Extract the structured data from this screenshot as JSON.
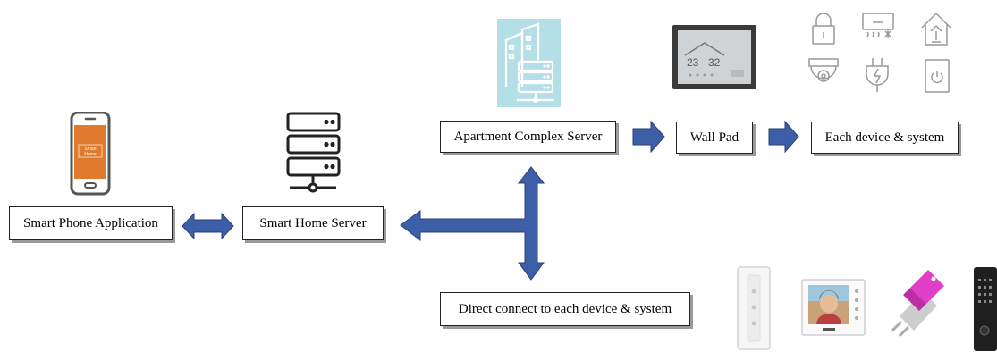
{
  "nodes": {
    "smart_phone_app": "Smart Phone Application",
    "smart_home_server": "Smart Home Server",
    "apartment_server": "Apartment Complex Server",
    "wall_pad": "Wall Pad",
    "each_device": "Each device & system",
    "direct_connect": "Direct connect to each device & system"
  },
  "icons": {
    "phone": "smartphone-icon",
    "server": "server-rack-icon",
    "apartment": "apartment-server-icon",
    "wallpad": "wall-pad-device-icon",
    "devices": [
      "lock-icon",
      "air-conditioner-icon",
      "home-sensor-icon",
      "cctv-camera-icon",
      "power-plug-icon",
      "power-switch-icon"
    ],
    "photos": [
      "light-switch-panel-icon",
      "video-intercom-icon",
      "smart-plug-icon",
      "door-lock-keypad-icon"
    ]
  },
  "phone_screen": {
    "brand_line1": "Smart",
    "brand_line2": "Home"
  },
  "wallpad_screen": {
    "temp1": "23",
    "temp2": "32"
  },
  "colors": {
    "arrow": "#3c5fa8",
    "arrow_border": "#2a3f78",
    "phone_screen": "#e07a2c",
    "apartment_bg": "#b5dfe6",
    "icon_stroke": "#999999"
  }
}
